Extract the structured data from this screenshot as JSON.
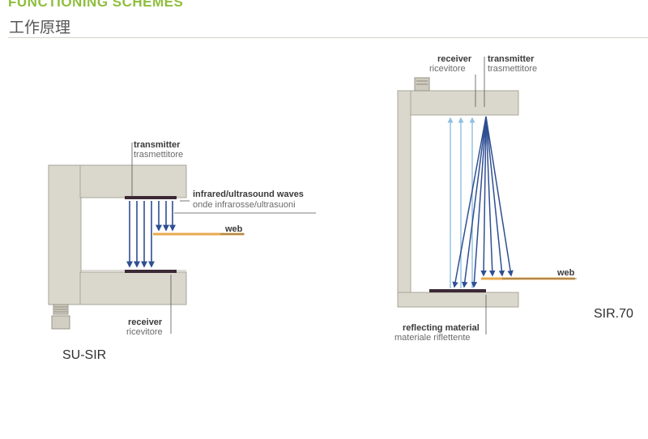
{
  "header": {
    "title": "FUNCTIONING SCHEMES",
    "subtitle": "工作原理"
  },
  "su_sir": {
    "model": "SU-SIR",
    "transmitter": "transmitter",
    "transmitter_it": "trasmettitore",
    "waves": "infrared/ultrasound waves",
    "waves_it": "onde infrarosse/ultrasuoni",
    "web": "web",
    "receiver": "receiver",
    "receiver_it": "ricevitore"
  },
  "sir70": {
    "model": "SIR.70",
    "receiver": "receiver",
    "receiver_it": "ricevitore",
    "transmitter": "transmitter",
    "transmitter_it": "trasmettitore",
    "web": "web",
    "reflecting": "reflecting material",
    "reflecting_it": "materiale riflettente"
  },
  "colors": {
    "body": "#dad7cd",
    "body_stroke": "#a9a597",
    "sensor": "#3b2a35",
    "beam": "#2f4f93",
    "beam_light": "#8fbfe0",
    "web": "#e8a94e",
    "title_green": "#8fbe3d"
  }
}
